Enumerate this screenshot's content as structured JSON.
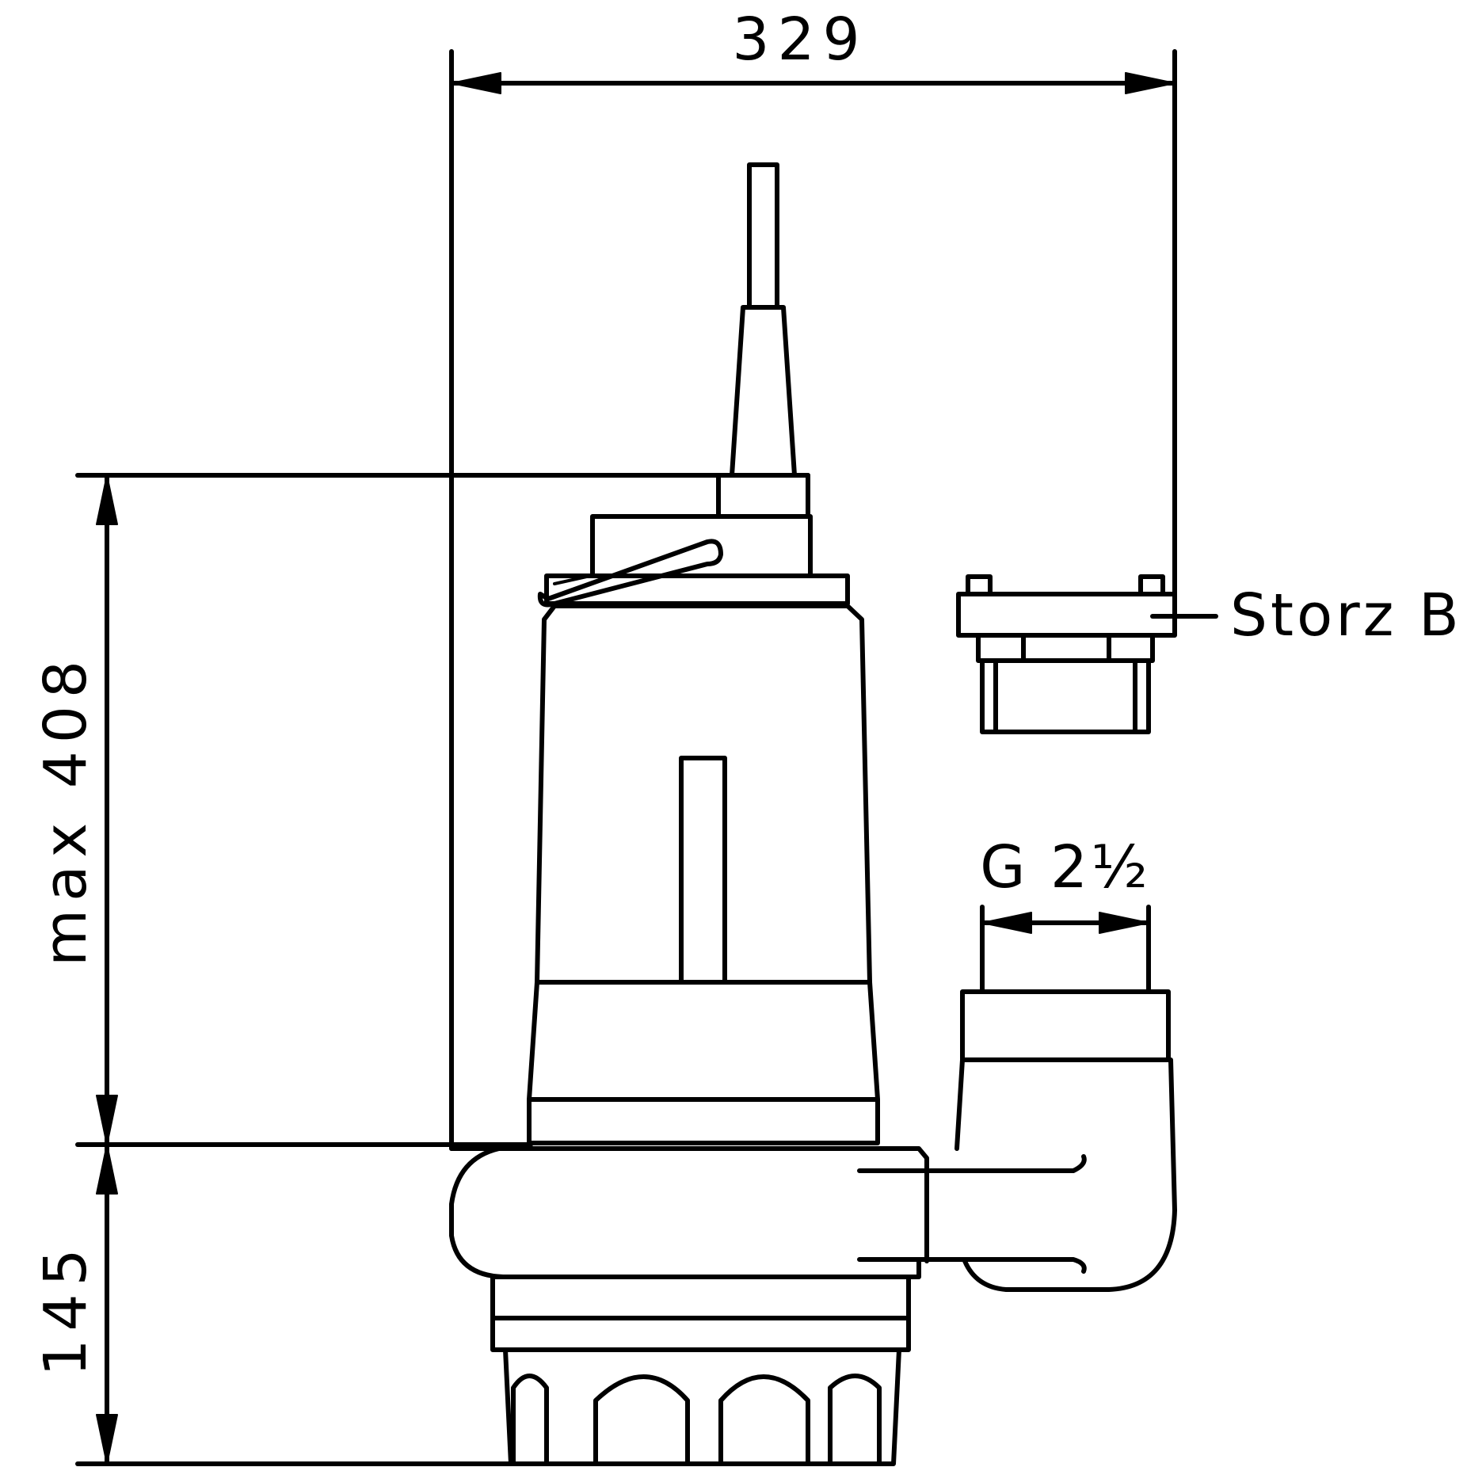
{
  "dimensions": {
    "overall_width": "329",
    "overall_height": "max 408",
    "outlet_height": "145",
    "outlet_thread": "G 2½"
  },
  "labels": {
    "coupling": "Storz B"
  },
  "colors": {
    "line": "#000000",
    "background": "#ffffff"
  }
}
